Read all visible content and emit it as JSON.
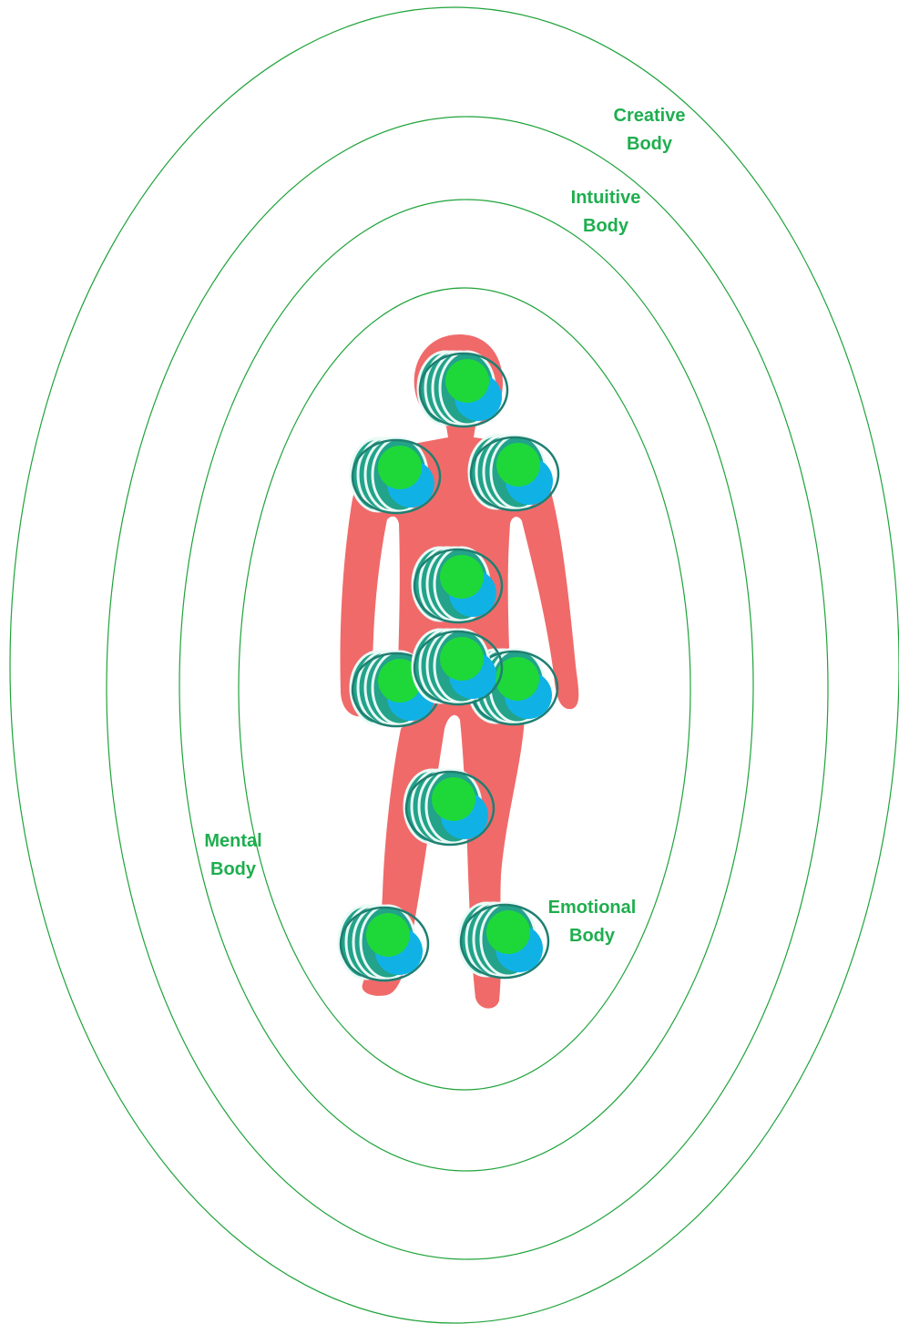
{
  "labels": {
    "creative": {
      "line1": "Creative",
      "line2": "Body"
    },
    "intuitive": {
      "line1": "Intuitive",
      "line2": "Body"
    },
    "mental": {
      "line1": "Mental",
      "line2": "Body"
    },
    "emotional": {
      "line1": "Emotional",
      "line2": "Body"
    }
  },
  "colors": {
    "ring_stroke": "#1fa33a",
    "label_text": "#1fae4f",
    "body_fill": "#f06a6a",
    "chakra_teal": "#22a38a",
    "chakra_blue": "#10b2e6",
    "chakra_green": "#1ed83a",
    "chakra_rim": "#1f7f71"
  },
  "diagram": {
    "aura_rings": [
      "creative-body",
      "intuitive-body",
      "mental-body",
      "emotional-body"
    ],
    "energy_centers": 10,
    "figure": "human-silhouette"
  }
}
